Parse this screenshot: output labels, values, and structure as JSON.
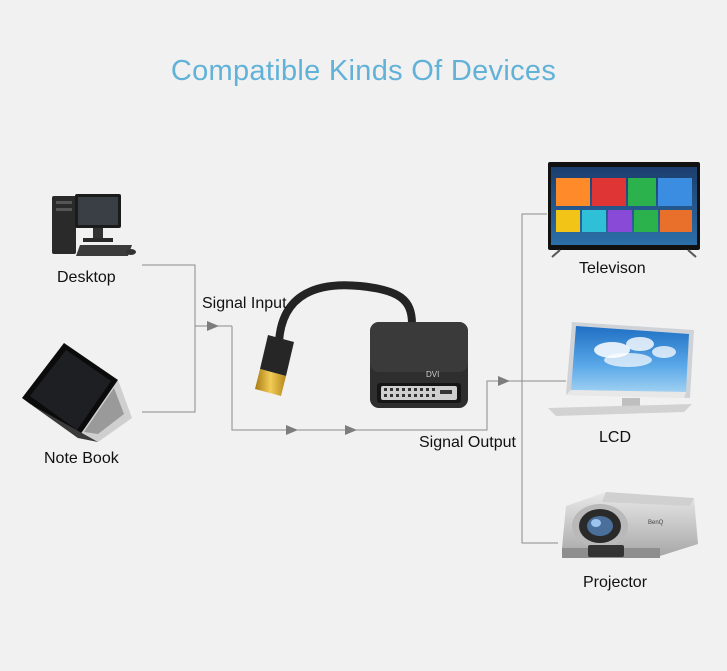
{
  "title": "Compatible Kinds Of Devices",
  "inputs": [
    {
      "label": "Desktop",
      "icon": "desktop-computer-icon"
    },
    {
      "label": "Note Book",
      "icon": "laptop-icon"
    }
  ],
  "signal_input_label": "Signal Input",
  "signal_output_label": "Signal Output",
  "adapter": {
    "icon": "displayport-to-dvi-adapter-icon",
    "port_text": "DVI"
  },
  "outputs": [
    {
      "label": "Televison",
      "icon": "television-icon"
    },
    {
      "label": "LCD",
      "icon": "lcd-monitor-icon"
    },
    {
      "label": "Projector",
      "icon": "projector-icon",
      "brand": "BenQ"
    }
  ],
  "colors": {
    "title": "#62b2d8",
    "background": "#f1f1f1",
    "lines": "#8c8c8c",
    "adapter": "#2b2b2b",
    "connector_gold": "#e0b032"
  }
}
